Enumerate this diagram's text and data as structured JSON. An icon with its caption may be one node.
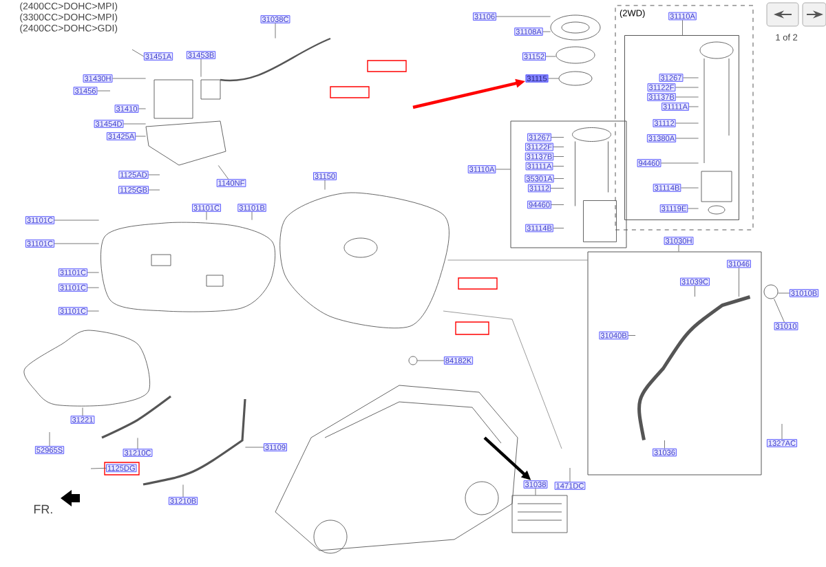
{
  "diagram": {
    "nodes": [
      {
        "text": [
          "31451A"
        ]
      },
      {
        "text": [
          "31453B"
        ]
      },
      {
        "text": [
          "31038C"
        ]
      },
      {
        "text": [
          "31430H"
        ]
      },
      {
        "text": [
          "31456"
        ]
      },
      {
        "text": [
          "31410"
        ]
      },
      {
        "text": [
          "31454D"
        ]
      },
      {
        "text": [
          "31425A"
        ]
      },
      {
        "text": [
          "1125AD"
        ]
      },
      {
        "text": [
          "1125GB"
        ]
      },
      {
        "text": [
          "1140NF"
        ]
      },
      {
        "text": [],
        "shape": "box"
      },
      {
        "text": [],
        "shape": "box"
      },
      {
        "text": [
          "31106"
        ]
      },
      {
        "text": [
          "31108A"
        ]
      },
      {
        "text": [
          "31152"
        ]
      },
      {
        "text": [
          "31115"
        ]
      },
      {
        "text": [],
        "shape": "box"
      },
      {
        "text": [
          "31267"
        ],
        "in": 17
      },
      {
        "text": [
          "31122F"
        ],
        "in": 17
      },
      {
        "text": [
          "31137B"
        ],
        "in": 17
      },
      {
        "text": [
          "31111A"
        ],
        "in": 17
      },
      {
        "text": [
          "35301A"
        ],
        "in": 17
      },
      {
        "text": [
          "31112"
        ],
        "in": 17
      },
      {
        "text": [
          "94460"
        ],
        "in": 17
      },
      {
        "text": [
          "31114B"
        ],
        "in": 17
      },
      {
        "text": [
          "31110A"
        ]
      },
      {
        "text": [
          "(2WD)"
        ]
      },
      {
        "text": [],
        "shape": "box",
        "in": 27
      },
      {
        "text": [
          "31267"
        ],
        "in": 28
      },
      {
        "text": [
          "31122F"
        ],
        "in": 28
      },
      {
        "text": [
          "31137B"
        ],
        "in": 28
      },
      {
        "text": [
          "31111A"
        ],
        "in": 28
      },
      {
        "text": [
          "31112"
        ],
        "in": 28
      },
      {
        "text": [
          "31380A"
        ],
        "in": 28
      },
      {
        "text": [
          "94460"
        ],
        "in": 28
      },
      {
        "text": [
          "31114B"
        ],
        "in": 28
      },
      {
        "text": [
          "31119E"
        ],
        "in": 28
      },
      {
        "text": [
          "31110A"
        ],
        "in": 27
      },
      {
        "text": [
          "31150"
        ]
      },
      {
        "text": [
          "31101C"
        ]
      },
      {
        "text": [
          "31101C"
        ]
      },
      {
        "text": [
          "31101B"
        ]
      },
      {
        "text": [
          "31101C"
        ]
      },
      {
        "text": [
          "31101C"
        ]
      },
      {
        "text": [
          "31101C"
        ]
      },
      {
        "text": [
          "31101C"
        ]
      },
      {
        "text": [],
        "shape": "box"
      },
      {
        "text": [],
        "shape": "box"
      },
      {
        "text": [
          "31030H"
        ]
      },
      {
        "text": [],
        "shape": "box"
      },
      {
        "text": [
          "31046"
        ],
        "in": 50
      },
      {
        "text": [
          "31039C"
        ],
        "in": 50
      },
      {
        "text": [
          "31040B"
        ],
        "in": 50
      },
      {
        "text": [
          "31036"
        ],
        "in": 50
      },
      {
        "text": [
          "31010B"
        ]
      },
      {
        "text": [
          "31010"
        ]
      },
      {
        "text": [
          "84182K"
        ]
      },
      {
        "text": [
          "31221"
        ]
      },
      {
        "text": [
          "31210C"
        ]
      },
      {
        "text": [
          "52965S"
        ]
      },
      {
        "text": [],
        "shape": "box"
      },
      {
        "text": [
          "1125DG"
        ],
        "in": 61
      },
      {
        "text": [
          "31109"
        ]
      },
      {
        "text": [
          "31210B"
        ]
      },
      {
        "text": [
          "1327AC"
        ]
      },
      {
        "text": [
          "31038"
        ]
      },
      {
        "text": [
          "1471DC"
        ]
      },
      {
        "text": [],
        "shape": "picture"
      },
      {
        "text": [],
        "shape": "picture"
      },
      {
        "text": [],
        "shape": "picture"
      },
      {
        "text": [],
        "shape": "picture"
      },
      {
        "text": [],
        "shape": "picture"
      },
      {
        "text": [],
        "shape": "picture"
      },
      {
        "text": [],
        "shape": "picture"
      },
      {
        "text": [],
        "shape": "picture"
      },
      {
        "text": [],
        "shape": "picture"
      },
      {
        "text": [],
        "shape": "picture"
      },
      {
        "text": [],
        "shape": "picture"
      },
      {
        "text": [],
        "shape": "circle"
      },
      {
        "text": [],
        "shape": "circle"
      },
      {
        "text": [],
        "shape": "picture",
        "in": 17
      },
      {
        "text": [],
        "shape": "picture",
        "in": 28
      },
      {
        "text": [],
        "shape": "picture",
        "in": 50
      },
      {
        "text": [],
        "shape": "circle"
      }
    ],
    "edges": [
      {
        "from": 0,
        "to": null,
        "arrow": "none"
      },
      {
        "from": 1,
        "to": 69,
        "arrow": "none"
      },
      {
        "from": 2,
        "to": 68,
        "arrow": "none"
      },
      {
        "from": 3,
        "to": 69,
        "arrow": "none"
      },
      {
        "from": 4,
        "to": null,
        "arrow": "none"
      },
      {
        "from": 5,
        "to": 69,
        "arrow": "none"
      },
      {
        "from": 6,
        "to": 69,
        "arrow": "none"
      },
      {
        "from": 7,
        "to": 69,
        "arrow": "none"
      },
      {
        "from": 8,
        "to": null,
        "arrow": "none"
      },
      {
        "from": 9,
        "to": null,
        "arrow": "none"
      },
      {
        "from": 10,
        "to": 69,
        "arrow": "none"
      },
      {
        "from": 13,
        "to": 78,
        "arrow": "none"
      },
      {
        "from": 14,
        "to": 78,
        "arrow": "none"
      },
      {
        "from": 15,
        "to": 79,
        "arrow": "none"
      },
      {
        "from": 16,
        "to": 80,
        "arrow": "none"
      },
      {
        "from": 18,
        "to": 81,
        "arrow": "none"
      },
      {
        "from": 19,
        "to": 81,
        "arrow": "none"
      },
      {
        "from": 20,
        "to": 81,
        "arrow": "none"
      },
      {
        "from": 21,
        "to": 81,
        "arrow": "none"
      },
      {
        "from": 22,
        "to": 81,
        "arrow": "none"
      },
      {
        "from": 23,
        "to": 81,
        "arrow": "none"
      },
      {
        "from": 24,
        "to": 81,
        "arrow": "none"
      },
      {
        "from": 25,
        "to": 81,
        "arrow": "none"
      },
      {
        "from": 26,
        "to": 17,
        "arrow": "none"
      },
      {
        "from": 29,
        "to": 82,
        "arrow": "none"
      },
      {
        "from": 30,
        "to": 82,
        "arrow": "none"
      },
      {
        "from": 31,
        "to": 82,
        "arrow": "none"
      },
      {
        "from": 32,
        "to": 82,
        "arrow": "none"
      },
      {
        "from": 33,
        "to": 82,
        "arrow": "none"
      },
      {
        "from": 34,
        "to": 82,
        "arrow": "none"
      },
      {
        "from": 35,
        "to": 82,
        "arrow": "none"
      },
      {
        "from": 36,
        "to": 82,
        "arrow": "none"
      },
      {
        "from": 37,
        "to": 82,
        "arrow": "none"
      },
      {
        "from": 38,
        "to": 28,
        "arrow": "none"
      },
      {
        "from": 39,
        "to": 71,
        "arrow": "none"
      },
      {
        "from": 40,
        "to": 70,
        "arrow": "none"
      },
      {
        "from": 41,
        "to": 70,
        "arrow": "none"
      },
      {
        "from": 42,
        "to": 70,
        "arrow": "none"
      },
      {
        "from": 43,
        "to": 70,
        "arrow": "none"
      },
      {
        "from": 44,
        "to": 70,
        "arrow": "none"
      },
      {
        "from": 45,
        "to": 70,
        "arrow": "none"
      },
      {
        "from": 46,
        "to": 70,
        "arrow": "none"
      },
      {
        "from": 49,
        "to": 50,
        "arrow": "none"
      },
      {
        "from": 51,
        "to": 83,
        "arrow": "none"
      },
      {
        "from": 52,
        "to": 83,
        "arrow": "none"
      },
      {
        "from": 53,
        "to": 83,
        "arrow": "none"
      },
      {
        "from": 54,
        "to": 83,
        "arrow": "none"
      },
      {
        "from": 55,
        "to": 84,
        "arrow": "none"
      },
      {
        "from": 56,
        "to": 84,
        "arrow": "none"
      },
      {
        "from": 57,
        "to": 72,
        "arrow": "none"
      },
      {
        "from": 58,
        "to": 73,
        "arrow": "none"
      },
      {
        "from": 59,
        "to": 74,
        "arrow": "none"
      },
      {
        "from": 60,
        "to": null,
        "arrow": "none"
      },
      {
        "from": 62,
        "to": null,
        "arrow": "none"
      },
      {
        "from": 63,
        "to": 75,
        "arrow": "none"
      },
      {
        "from": 64,
        "to": 75,
        "arrow": "none"
      },
      {
        "from": 65,
        "to": null,
        "arrow": "none"
      },
      {
        "from": 66,
        "to": 77,
        "arrow": "none"
      },
      {
        "from": 67,
        "to": null,
        "arrow": "none"
      },
      {
        "from": 76,
        "to": 66,
        "arrow": "to",
        "style": "thick",
        "color": "#000000"
      },
      {
        "from": null,
        "to": 16,
        "arrow": "to",
        "style": "thick",
        "color": "#ff0000"
      },
      {
        "from": 71,
        "to": 50,
        "arrow": "none"
      }
    ],
    "labels": [
      "(2400CC>DOHC>MPI)",
      "(3300CC>DOHC>MPI)",
      "(2400CC>DOHC>GDI)",
      "1 of 2",
      "FR."
    ]
  }
}
